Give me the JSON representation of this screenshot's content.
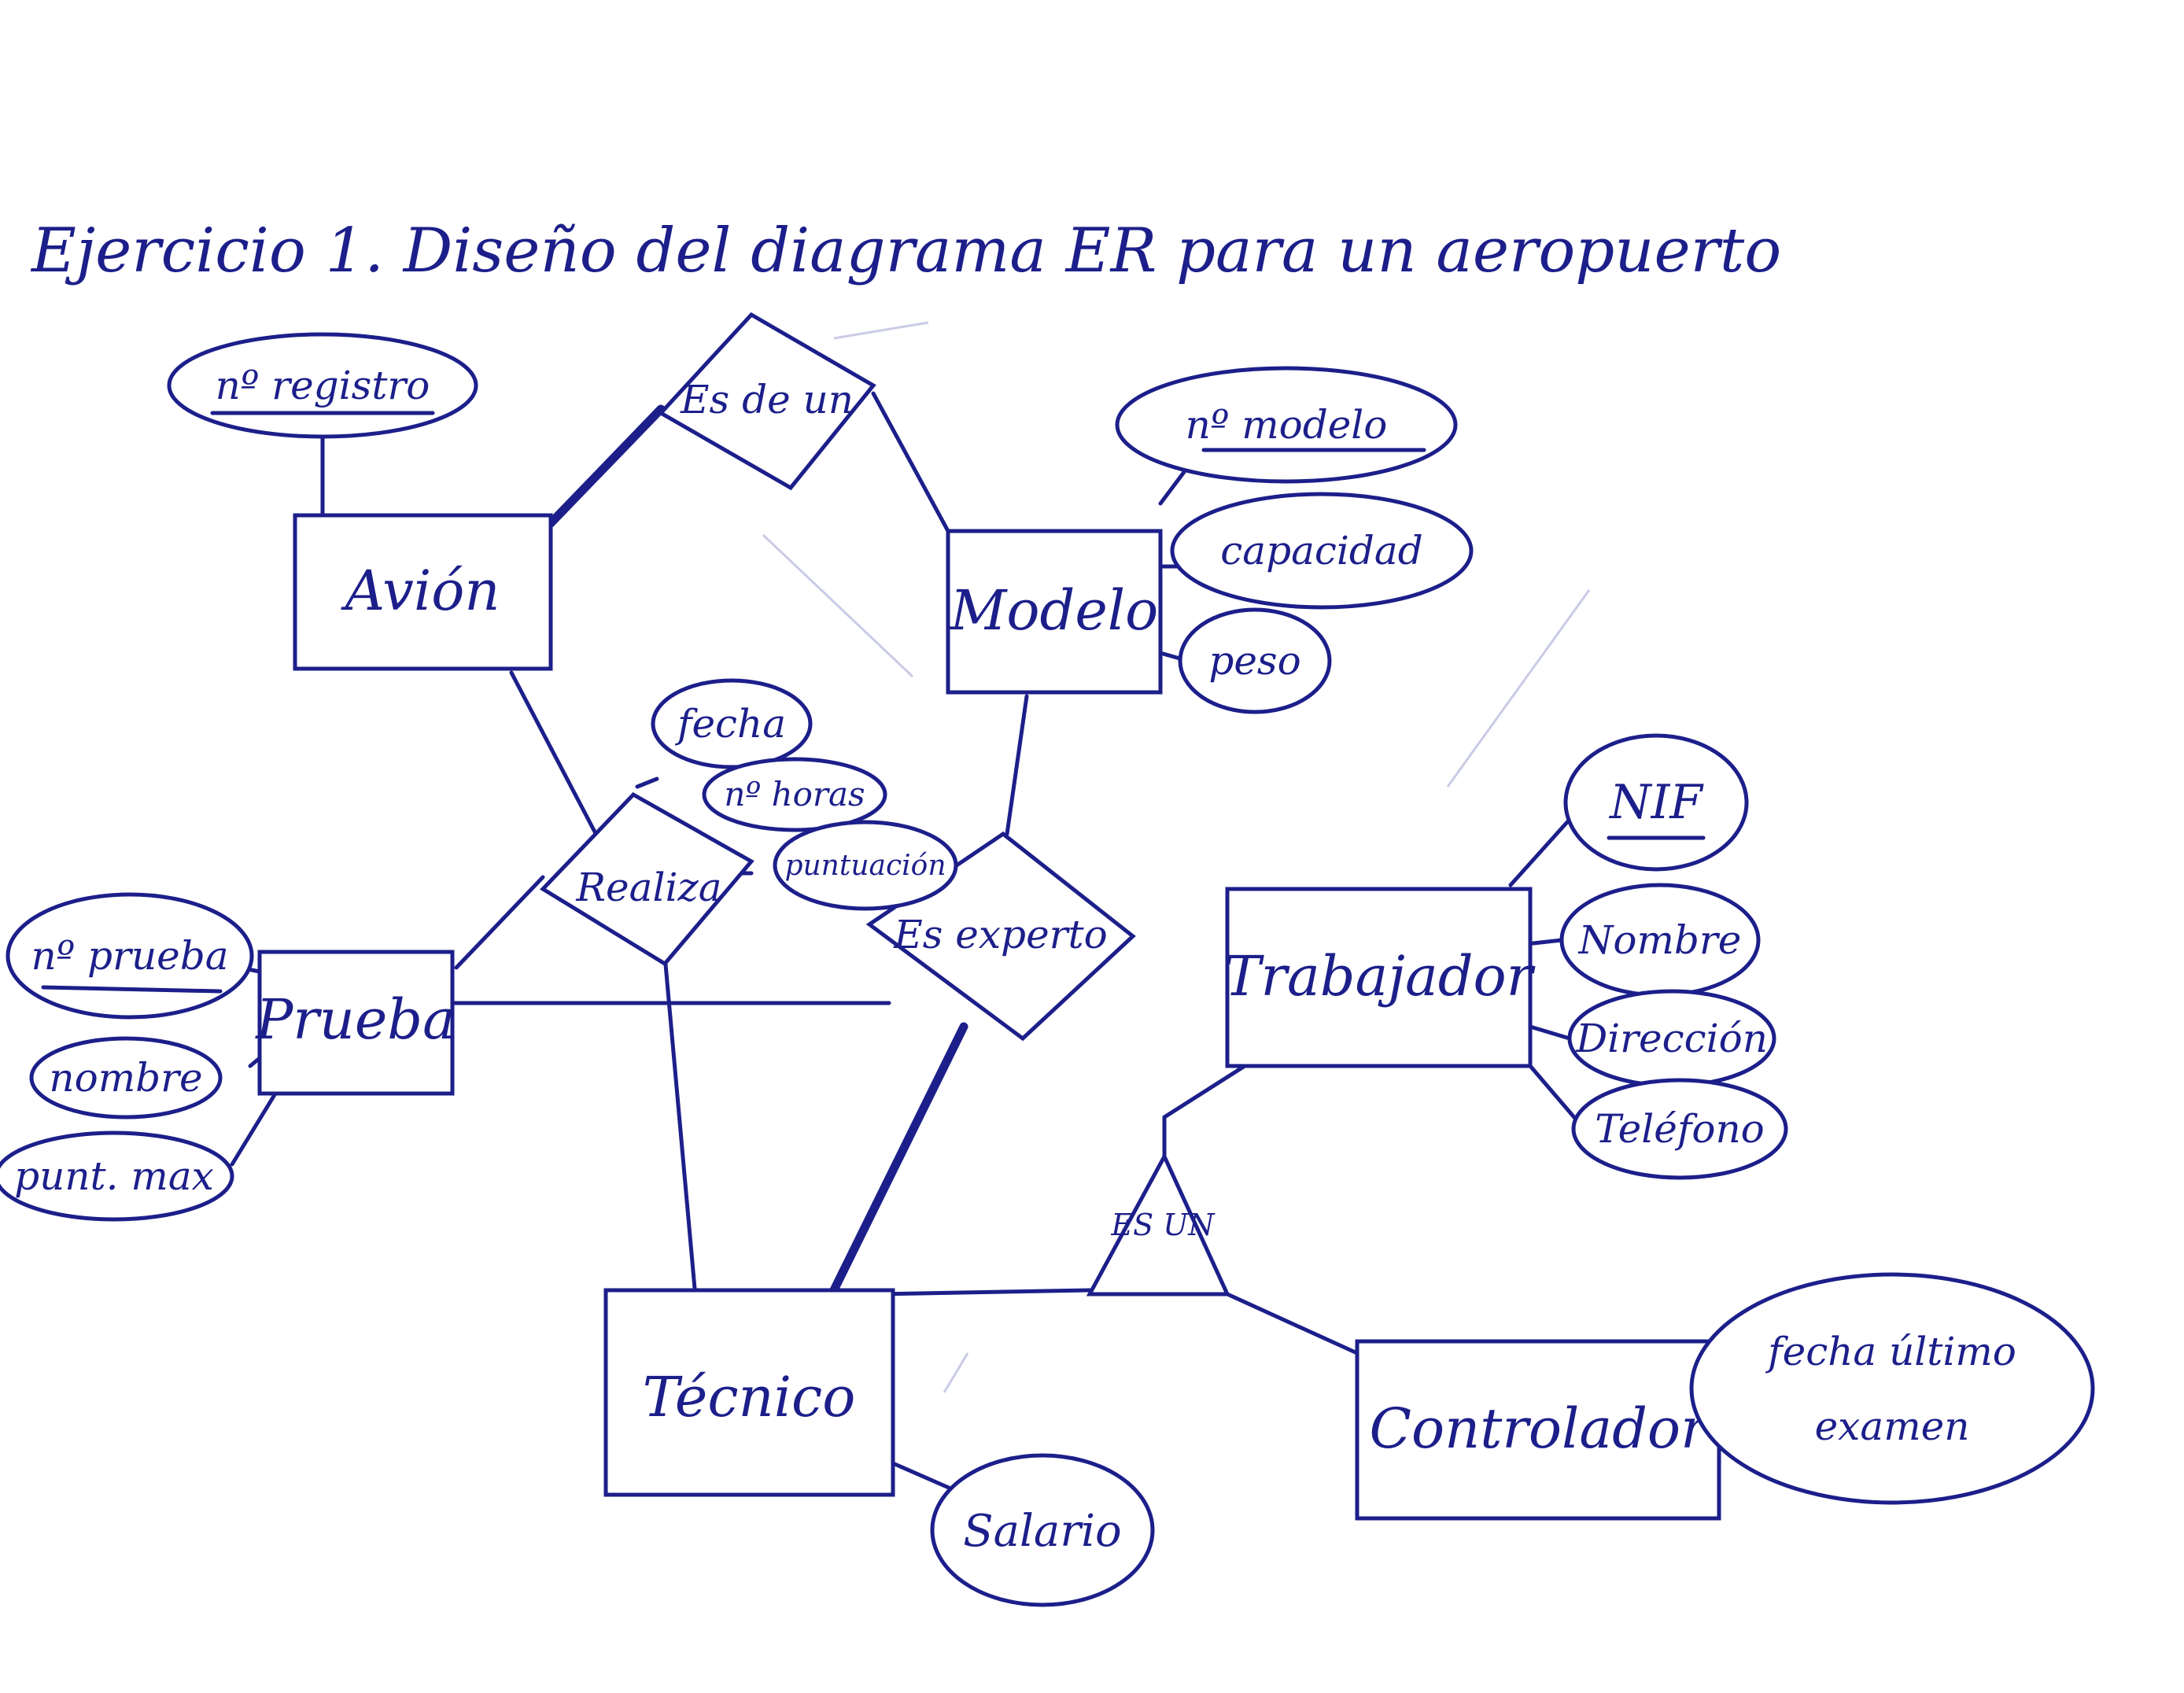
{
  "title": "Ejercicio 1.  Diseño del diagrama ER para un aeropuerto",
  "ink_color": "#1c1f8a",
  "entities": {
    "avion": "Avión",
    "modelo": "Modelo",
    "prueba": "Prueba",
    "tecnico": "Técnico",
    "trabajador": "Trabajador",
    "controlador": "Controlador"
  },
  "relationships": {
    "es_de_un": "Es de un",
    "realiza": "Realiza",
    "es_experto": "Es experto",
    "es_un": "ES UN"
  },
  "attributes": {
    "avion_registro": "nº registro",
    "modelo_num": "nº modelo",
    "modelo_capacidad": "capacidad",
    "modelo_peso": "peso",
    "realiza_fecha": "fecha",
    "realiza_horas": "nº horas",
    "realiza_puntuacion": "puntuación",
    "prueba_num": "nº prueba",
    "prueba_nombre": "nombre",
    "prueba_punt_max": "punt. max",
    "trabajador_nif": "NIF",
    "trabajador_nombre": "Nombre",
    "trabajador_direccion": "Dirección",
    "trabajador_telefono": "Teléfono",
    "tecnico_salario": "Salario",
    "controlador_fecha_1": "fecha último",
    "controlador_fecha_2": "examen"
  }
}
